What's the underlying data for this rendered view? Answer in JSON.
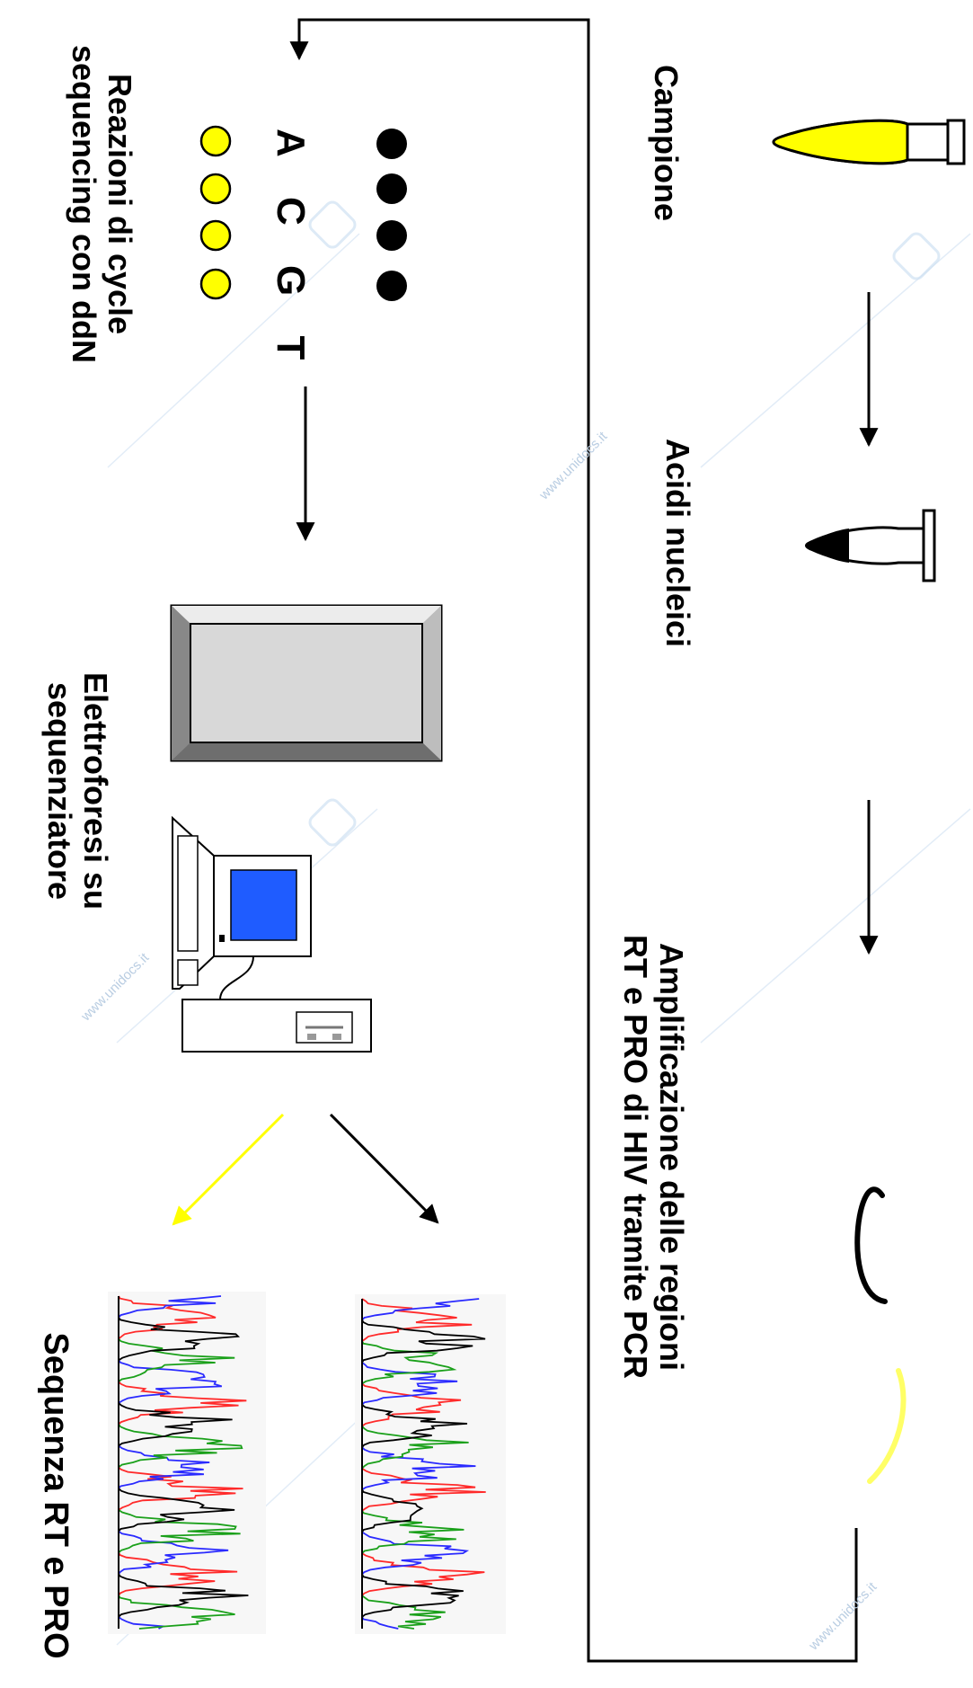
{
  "labels": {
    "campione": "Campione",
    "acidi": "Acidi nucleici",
    "ampl_line1": "Amplificazione delle regioni",
    "ampl_line2": "RT e PRO di HIV tramite PCR",
    "reaz_line1": "Reazioni di cycle",
    "reaz_line2": "sequencing con ddN",
    "elet_line1": "Elettroforesi su",
    "elet_line2": "sequenziatore",
    "seq": "Sequenza RT e PRO"
  },
  "bases": [
    "A",
    "C",
    "G",
    "T"
  ],
  "watermark": "www.unidocs.it",
  "colors": {
    "yellow": "#ffff00",
    "pale_yellow": "#ffff66",
    "black": "#000000",
    "screen_blue": "#1f5cff",
    "gel_light": "#d8d8d8",
    "gel_dark": "#9a9a9a",
    "trace_red": "#ff2a2a",
    "trace_blue": "#2a2aff",
    "trace_green": "#1aa01a"
  }
}
